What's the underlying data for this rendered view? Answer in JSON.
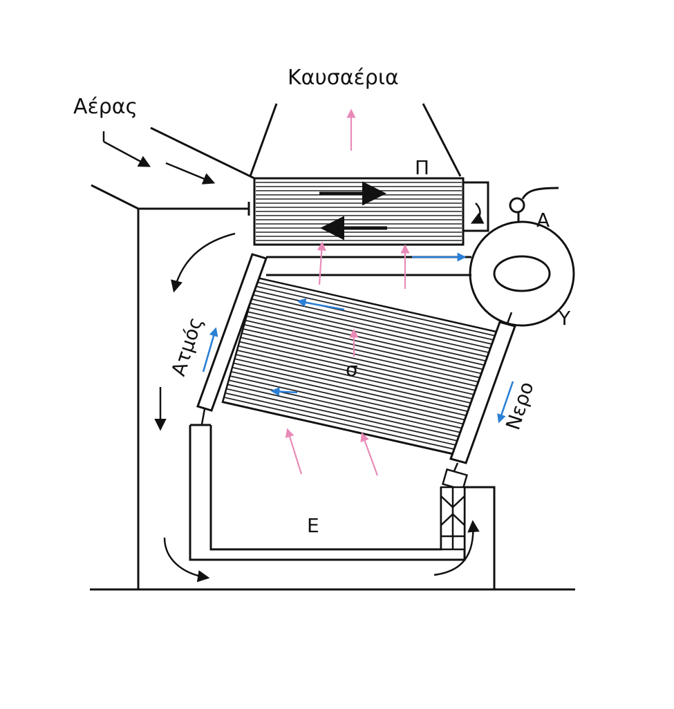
{
  "labels": {
    "flue_gas": "Καυσαέρια",
    "air": "Αέρας",
    "preheater": "Π",
    "drum_a": "Α",
    "drum_y": "Υ",
    "steam": "Ατμός",
    "tubes": "σ",
    "water": "Νερο",
    "furnace": "Ε"
  },
  "colors": {
    "line": "#111111",
    "gas_arrow": "#e88ab8",
    "flow_arrow": "#2a7fd6",
    "background": "#ffffff"
  }
}
